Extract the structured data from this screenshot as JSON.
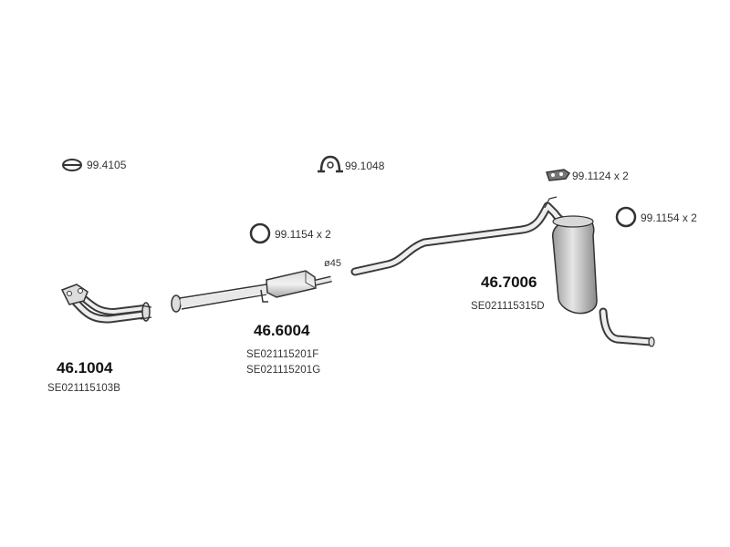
{
  "accessories": {
    "gasket_ring": "99.4105",
    "clamp": "99.1048",
    "mount_rubber": "99.1124 x 2",
    "ring_left": "99.1154 x 2",
    "ring_right": "99.1154 x 2"
  },
  "parts": {
    "front_pipe": {
      "number": "46.1004",
      "code": "SE021115103B"
    },
    "middle_silencer": {
      "number": "46.6004",
      "codes": [
        "SE021115201F",
        "SE021115201G"
      ],
      "diameter": "ø45"
    },
    "rear_silencer": {
      "number": "46.7006",
      "code": "SE021115315D"
    }
  },
  "colors": {
    "line": "#3a3a3a",
    "fill_light": "#ececec",
    "fill_shade": "#bdbdbd"
  }
}
